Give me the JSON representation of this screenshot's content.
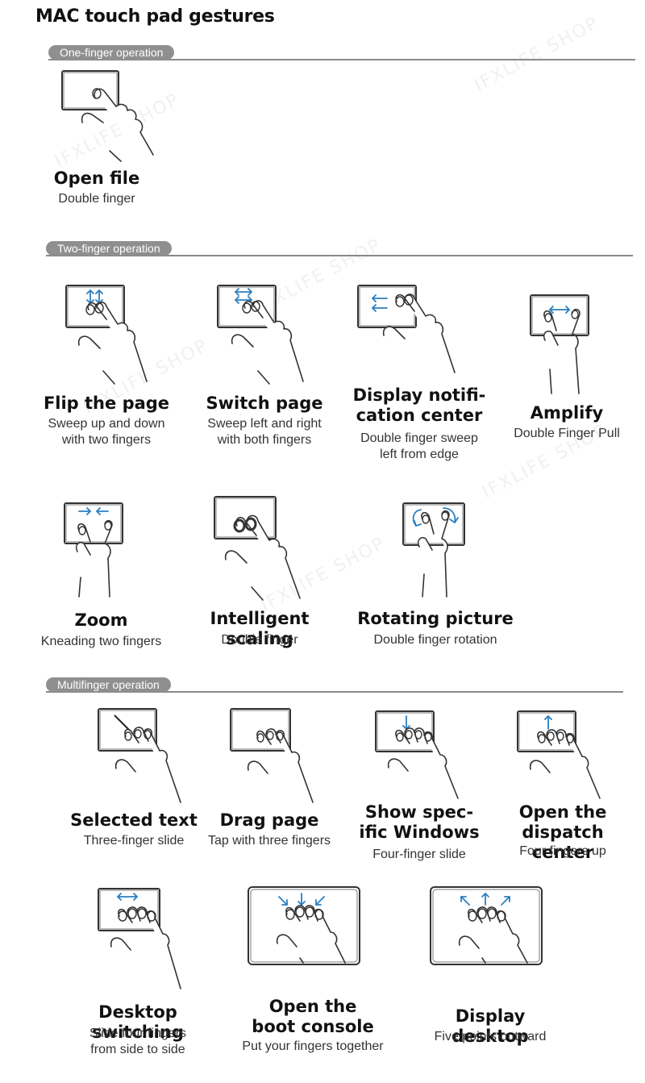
{
  "title": "MAC touch pad gestures",
  "watermark": "IFXLIFE SHOP",
  "accent_color": "#2a7fc1",
  "sections": [
    {
      "label": "One-finger operation",
      "gestures": [
        {
          "title": "Open file",
          "desc": "Double finger",
          "icon": "one-finger-tap-icon"
        }
      ]
    },
    {
      "label": "Two-finger operation",
      "gestures": [
        {
          "title": "Flip the page",
          "desc": "Sweep up and down\nwith two fingers",
          "icon": "two-finger-scroll-icon"
        },
        {
          "title": "Switch page",
          "desc": "Sweep left and right\nwith both fingers",
          "icon": "two-finger-swipe-icon"
        },
        {
          "title": "Display notifi-\ncation center",
          "desc": "Double finger sweep\nleft from edge",
          "icon": "edge-swipe-icon"
        },
        {
          "title": "Amplify",
          "desc": "Double Finger Pull",
          "icon": "spread-icon"
        },
        {
          "title": "Zoom",
          "desc": "Kneading two fingers",
          "icon": "pinch-icon"
        },
        {
          "title": "Intelligent scaling",
          "desc": "Double finger",
          "icon": "double-tap-icon"
        },
        {
          "title": "Rotating picture",
          "desc": "Double finger rotation",
          "icon": "rotate-icon"
        }
      ]
    },
    {
      "label": "Multifinger operation",
      "gestures": [
        {
          "title": "Selected text",
          "desc": "Three-finger slide",
          "icon": "three-finger-drag-icon"
        },
        {
          "title": "Drag page",
          "desc": "Tap with three fingers",
          "icon": "three-finger-tap-icon"
        },
        {
          "title": "Show spec-\nific Windows",
          "desc": "Four-finger slide",
          "icon": "four-finger-down-icon"
        },
        {
          "title": "Open the\ndispatch center",
          "desc": "Four fingers up",
          "icon": "four-finger-up-icon"
        },
        {
          "title": "Desktop switching",
          "desc": "Slide four fingers\nfrom side to side",
          "icon": "four-finger-swipe-icon"
        },
        {
          "title": "Open the\nboot console",
          "desc": "Put your fingers together",
          "icon": "five-finger-pinch-icon"
        },
        {
          "title": "Display desktop",
          "desc": "Five points outward",
          "icon": "five-finger-spread-icon"
        }
      ]
    }
  ]
}
